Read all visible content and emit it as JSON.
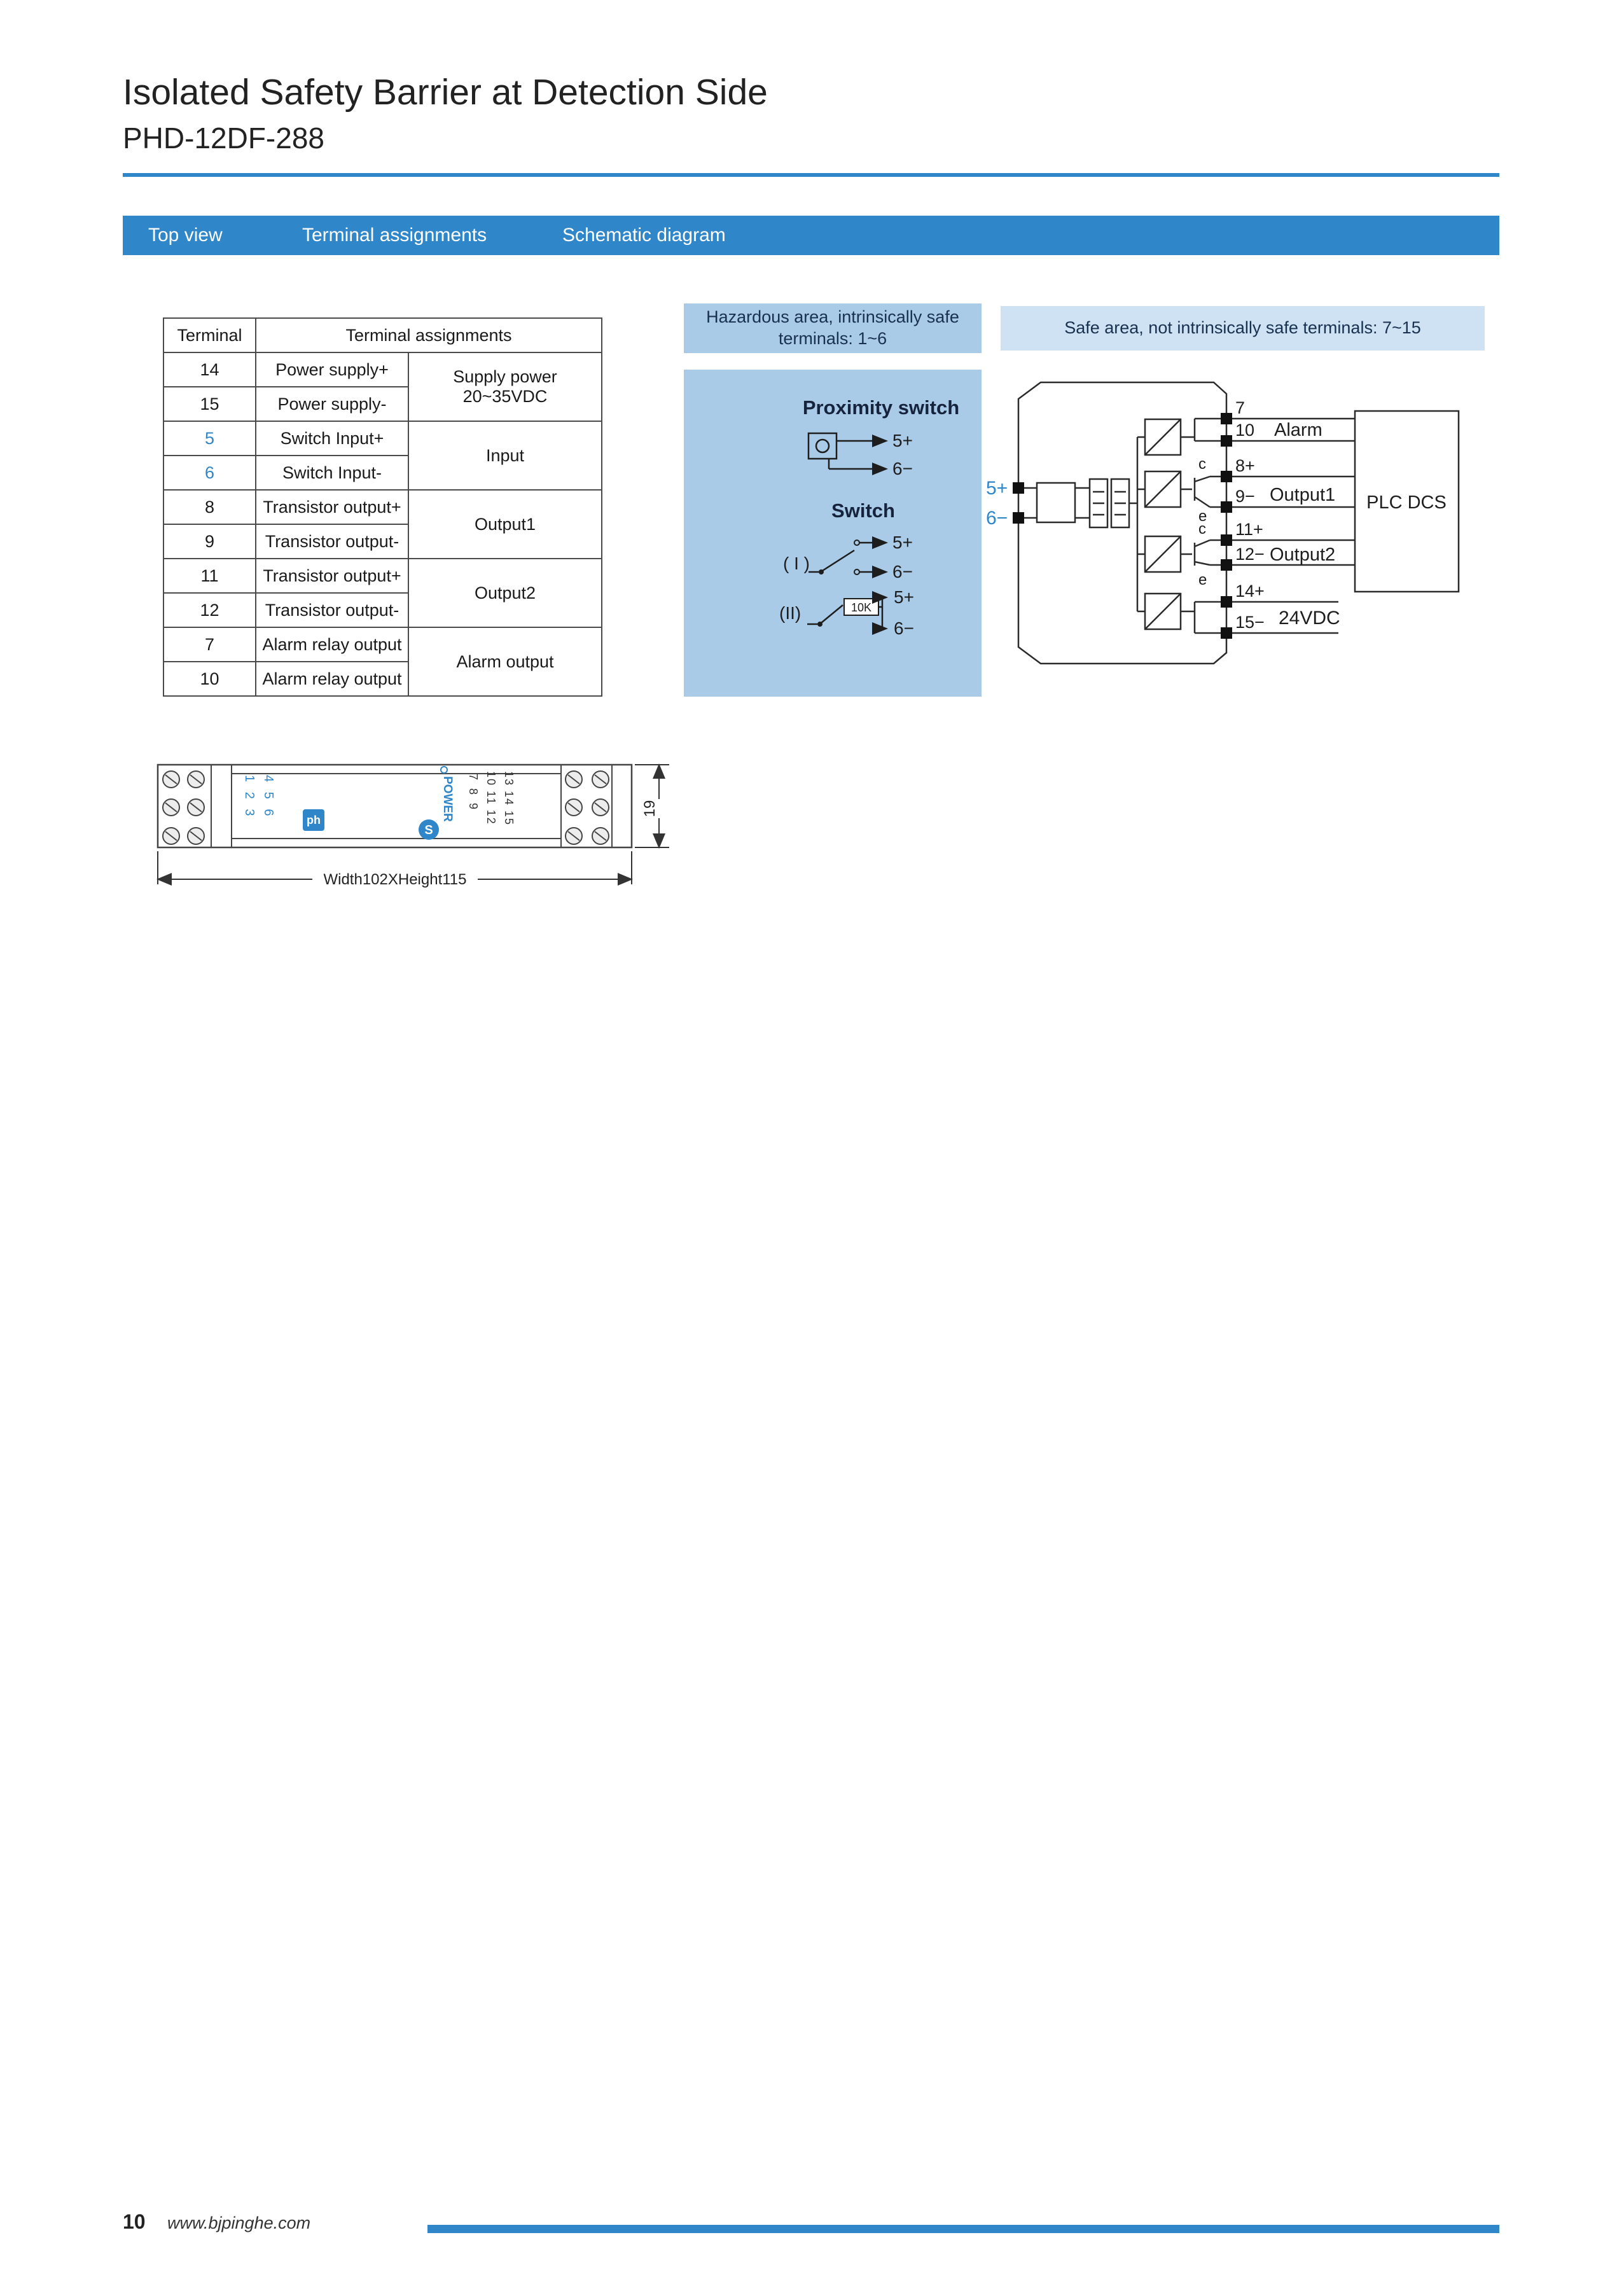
{
  "page": {
    "title": "Isolated Safety Barrier at Detection Side",
    "model": "PHD-12DF-288"
  },
  "tabs": {
    "top_view": "Top view",
    "terminal_assignments": "Terminal assignments",
    "schematic_diagram": "Schematic diagram"
  },
  "table": {
    "header_terminal": "Terminal",
    "header_assignments": "Terminal assignments",
    "groups": [
      {
        "desc1": "Supply power",
        "desc2": "20~35VDC",
        "rows": [
          {
            "t": "14",
            "a": "Power supply+"
          },
          {
            "t": "15",
            "a": "Power supply-"
          }
        ]
      },
      {
        "desc1": "Input",
        "desc2": "",
        "rows": [
          {
            "t": "5",
            "a": "Switch Input+"
          },
          {
            "t": "6",
            "a": "Switch Input-"
          }
        ]
      },
      {
        "desc1": "Output1",
        "desc2": "",
        "rows": [
          {
            "t": "8",
            "a": "Transistor output+"
          },
          {
            "t": "9",
            "a": "Transistor output-"
          }
        ]
      },
      {
        "desc1": "Output2",
        "desc2": "",
        "rows": [
          {
            "t": "11",
            "a": "Transistor output+"
          },
          {
            "t": "12",
            "a": "Transistor output-"
          }
        ]
      },
      {
        "desc1": "Alarm output",
        "desc2": "",
        "rows": [
          {
            "t": "7",
            "a": "Alarm relay output"
          },
          {
            "t": "10",
            "a": "Alarm relay output"
          }
        ]
      }
    ]
  },
  "areas": {
    "hazardous_line1": "Hazardous area, intrinsically safe",
    "hazardous_line2": "terminals: 1~6",
    "safe": "Safe area, not intrinsically safe terminals: 7~15"
  },
  "schematic": {
    "proximity_label": "Proximity switch",
    "switch_label": "Switch",
    "sw1": "( I )",
    "sw2": "(II)",
    "resistor": "10K",
    "p5": "5+",
    "p6": "6−",
    "t7": "7",
    "t10": "10",
    "t8": "8+",
    "t9": "9−",
    "t11": "11+",
    "t12": "12−",
    "t14": "14+",
    "t15": "15−",
    "alarm": "Alarm",
    "output1": "Output1",
    "output2": "Output2",
    "plc": "PLC DCS",
    "vdc": "24VDC",
    "c": "c",
    "e": "e"
  },
  "top_view": {
    "dimension": "Width102XHeight115",
    "depth": "19",
    "power": "POWER",
    "left_nums_1": "1 2 3",
    "left_nums_2": "4 5 6",
    "right_nums_1": "7 8 9",
    "right_nums_2": "10 11 12",
    "right_nums_3": "13 14 15",
    "logo1": "ph",
    "logo2": "S"
  },
  "footer": {
    "page_number": "10",
    "website": "www.bjpinghe.com"
  },
  "colors": {
    "accent_blue": "#2f86c8",
    "panel_blue": "#a9cbe8",
    "panel_blue_light": "#cfe2f3"
  }
}
